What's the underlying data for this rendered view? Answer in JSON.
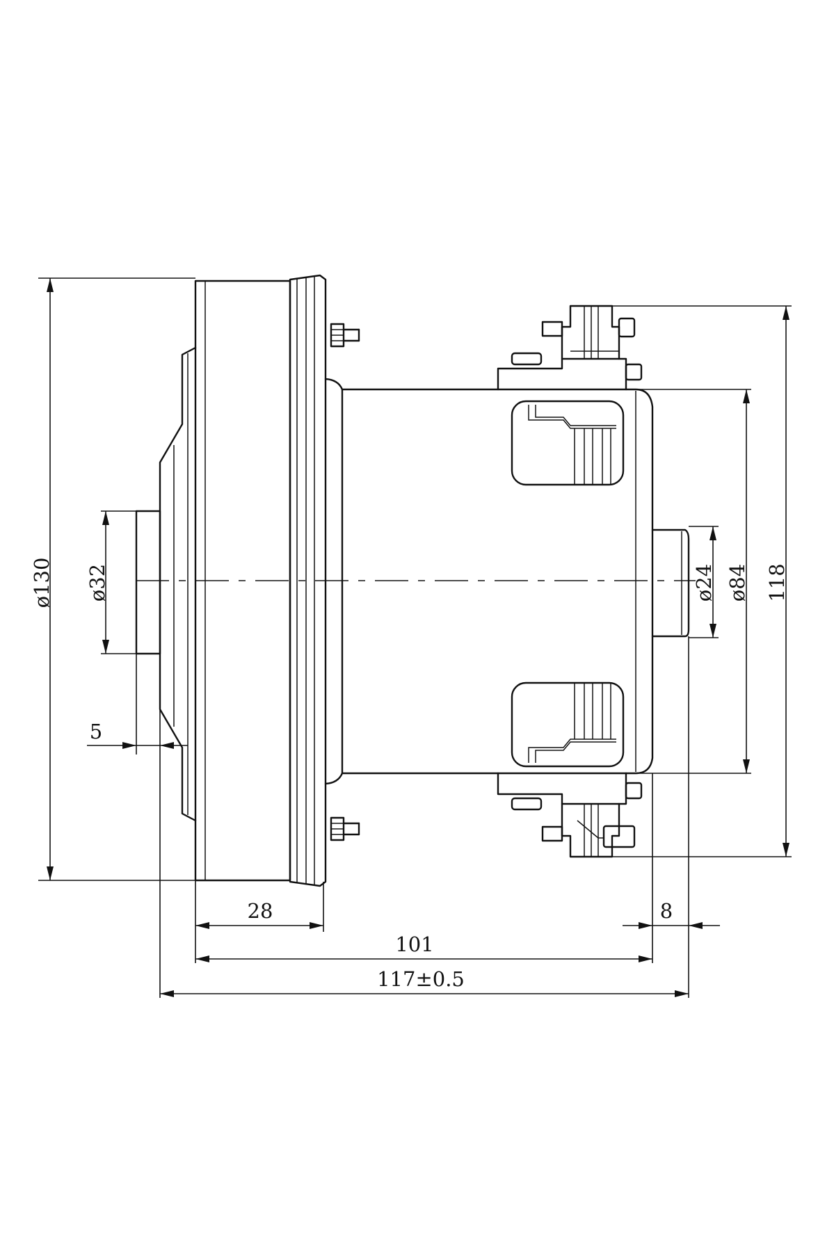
{
  "dimensions": {
    "d130": "ø130",
    "d32": "ø32",
    "d24": "ø24",
    "d84": "ø84",
    "h118": "118",
    "w5": "5",
    "w28": "28",
    "w101": "101",
    "w8": "8",
    "w117": "117±0.5"
  }
}
